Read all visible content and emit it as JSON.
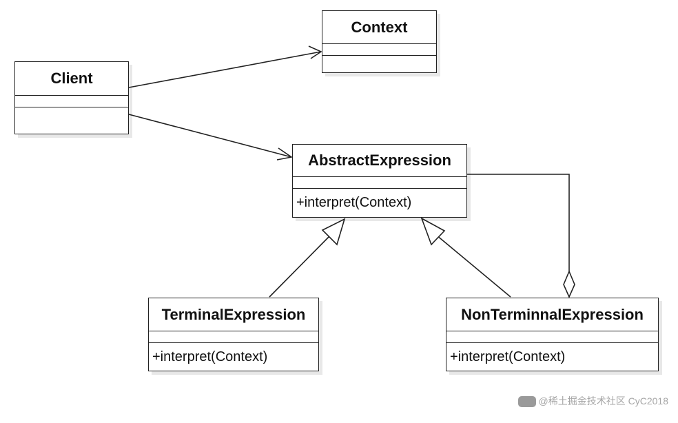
{
  "diagram": {
    "classes": {
      "client": {
        "name": "Client",
        "operations": []
      },
      "context": {
        "name": "Context",
        "operations": []
      },
      "abstract_expression": {
        "name": "AbstractExpression",
        "operations": [
          "+interpret(Context)"
        ]
      },
      "terminal_expression": {
        "name": "TerminalExpression",
        "operations": [
          "+interpret(Context)"
        ]
      },
      "nonterminal_expression": {
        "name": "NonTerminnalExpression",
        "operations": [
          "+interpret(Context)"
        ]
      }
    },
    "relations": [
      {
        "from": "Client",
        "to": "Context",
        "type": "association"
      },
      {
        "from": "Client",
        "to": "AbstractExpression",
        "type": "association"
      },
      {
        "from": "TerminalExpression",
        "to": "AbstractExpression",
        "type": "generalization"
      },
      {
        "from": "NonTerminnalExpression",
        "to": "AbstractExpression",
        "type": "generalization"
      },
      {
        "from": "NonTerminnalExpression",
        "to": "AbstractExpression",
        "type": "aggregation"
      }
    ]
  },
  "watermark": {
    "text": "@稀土掘金技术社区 CyC2018"
  },
  "colors": {
    "line": "#222222",
    "background": "#ffffff",
    "watermark": "#a6a6a6"
  }
}
